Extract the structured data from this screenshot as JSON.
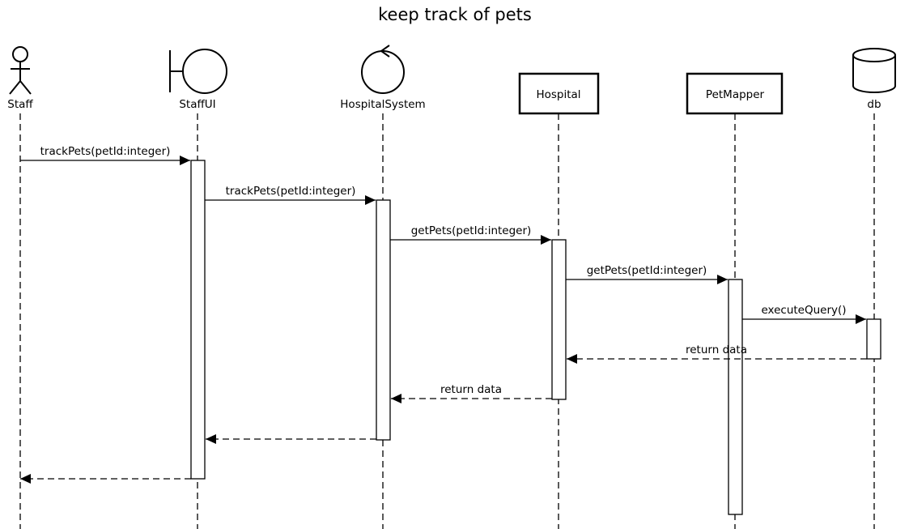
{
  "diagram": {
    "title": "keep track of pets",
    "participants": [
      {
        "id": "staff",
        "label": "Staff",
        "kind": "actor"
      },
      {
        "id": "staffui",
        "label": "StaffUI",
        "kind": "boundary"
      },
      {
        "id": "hospitalsystem",
        "label": "HospitalSystem",
        "kind": "control"
      },
      {
        "id": "hospital",
        "label": "Hospital",
        "kind": "box"
      },
      {
        "id": "petmapper",
        "label": "PetMapper",
        "kind": "box"
      },
      {
        "id": "db",
        "label": "db",
        "kind": "database"
      }
    ],
    "messages": [
      {
        "from": "staff",
        "to": "staffui",
        "label": "trackPets(petId:integer)",
        "type": "sync"
      },
      {
        "from": "staffui",
        "to": "hospitalsystem",
        "label": "trackPets(petId:integer)",
        "type": "sync"
      },
      {
        "from": "hospitalsystem",
        "to": "hospital",
        "label": "getPets(petId:integer)",
        "type": "sync"
      },
      {
        "from": "hospital",
        "to": "petmapper",
        "label": "getPets(petId:integer)",
        "type": "sync"
      },
      {
        "from": "petmapper",
        "to": "db",
        "label": "executeQuery()",
        "type": "sync"
      },
      {
        "from": "db",
        "to": "hospital",
        "label": "return data",
        "type": "return"
      },
      {
        "from": "hospital",
        "to": "hospitalsystem",
        "label": "return data",
        "type": "return"
      },
      {
        "from": "hospitalsystem",
        "to": "staffui",
        "label": "",
        "type": "return"
      },
      {
        "from": "staffui",
        "to": "staff",
        "label": "",
        "type": "return"
      }
    ]
  }
}
